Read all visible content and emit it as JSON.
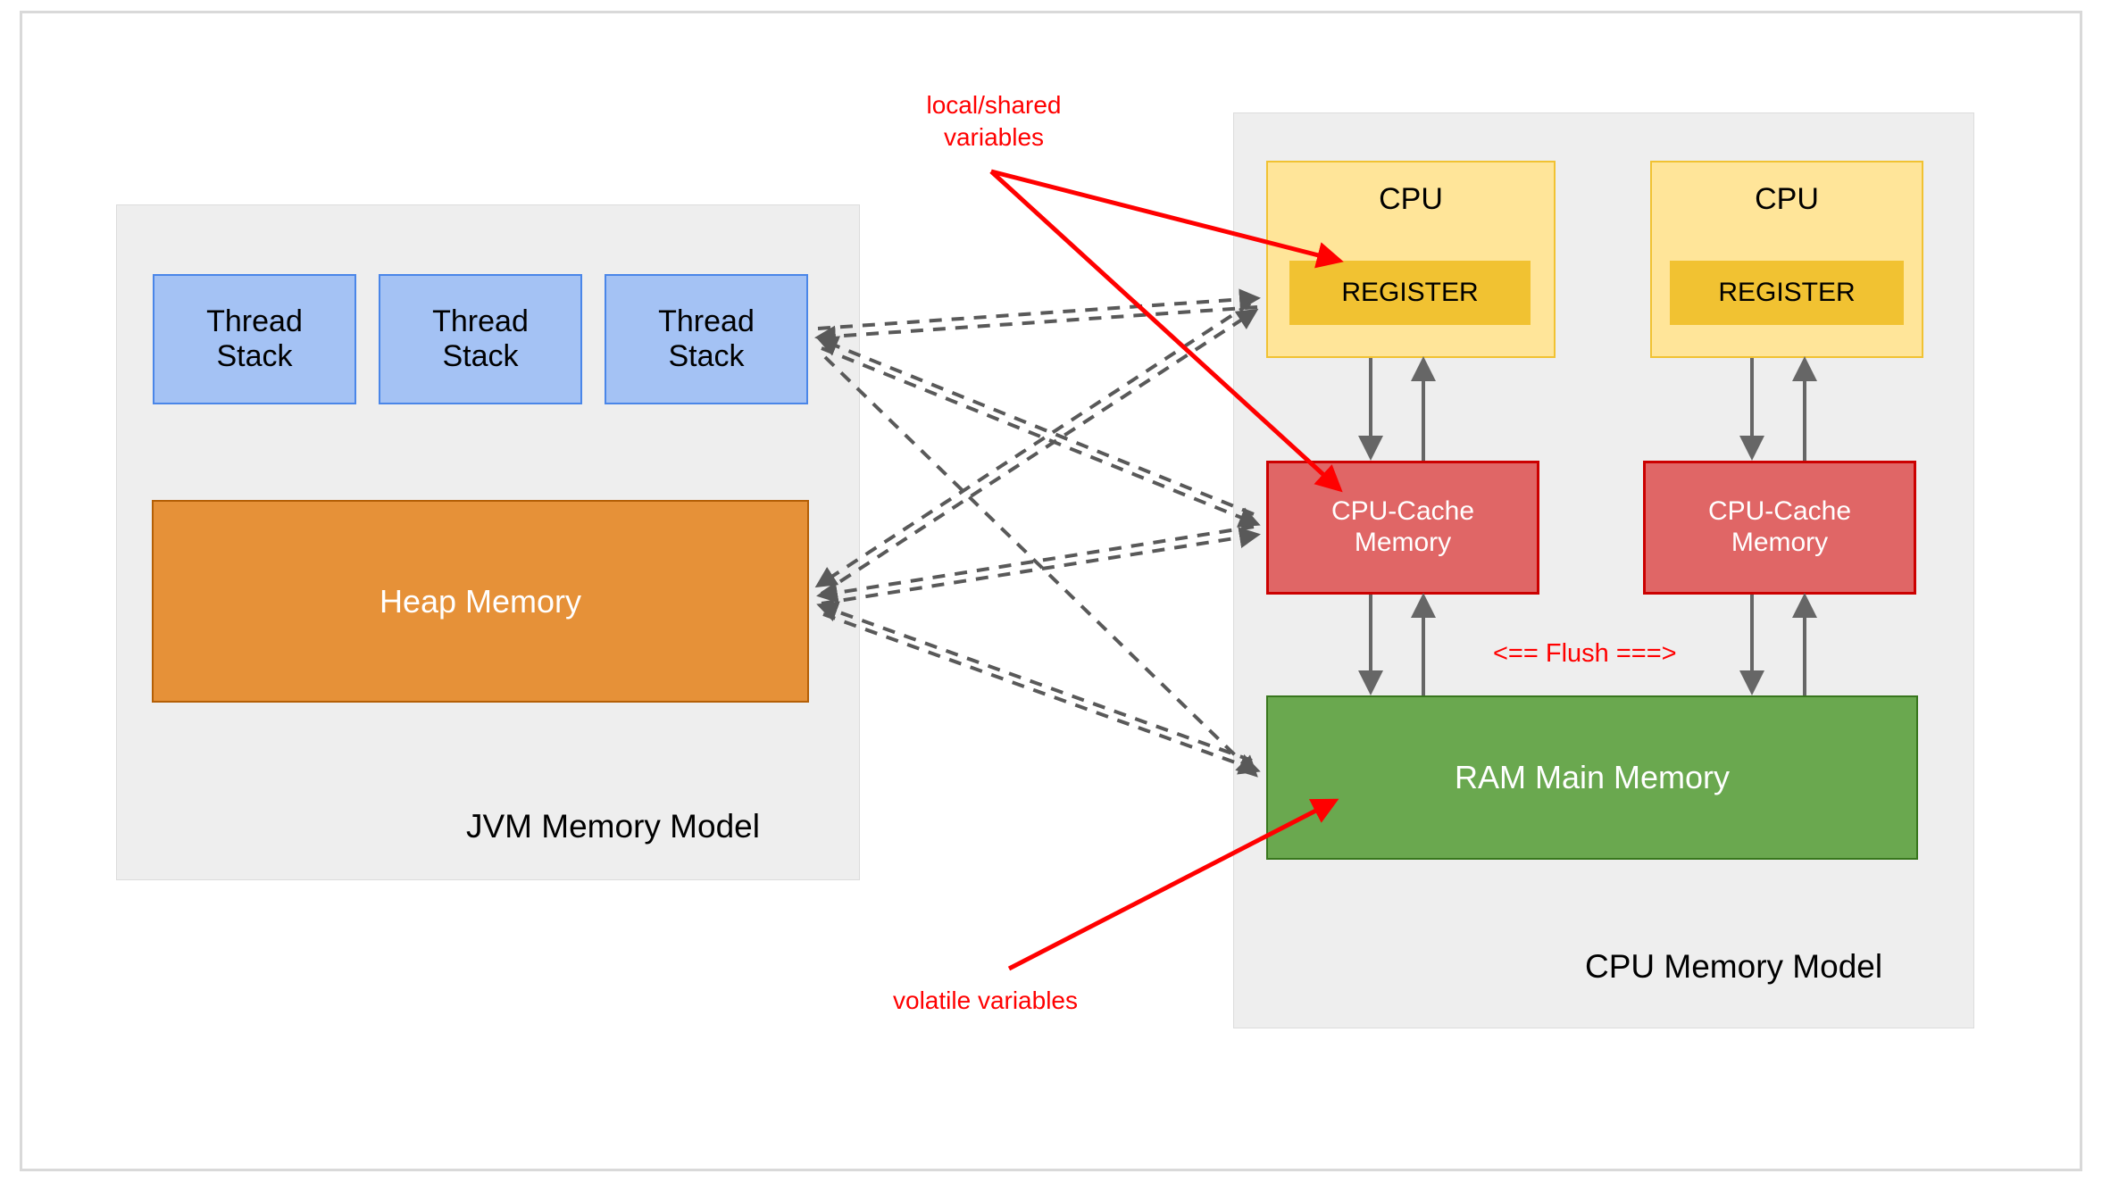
{
  "diagram": {
    "title_left": "JVM Memory Model",
    "title_right": "CPU Memory Model",
    "colors": {
      "panel_bg": "#eeeeee",
      "thread_stack_fill": "#a4c2f4",
      "thread_stack_border": "#4a86e8",
      "heap_fill": "#e69138",
      "heap_border": "#b45f06",
      "cpu_fill": "#ffe599",
      "cpu_border": "#f1c232",
      "register_fill": "#f1c232",
      "cache_fill": "#e06666",
      "cache_border": "#cc0000",
      "ram_fill": "#6aa84f",
      "ram_border": "#38761d",
      "annotation_red": "#ff0000",
      "arrow_gray": "#666666",
      "dashed_arrow_gray": "#595959"
    }
  },
  "jvm_panel": {
    "label": "JVM Memory Model",
    "thread_stacks": [
      {
        "line1": "Thread",
        "line2": "Stack"
      },
      {
        "line1": "Thread",
        "line2": "Stack"
      },
      {
        "line1": "Thread",
        "line2": "Stack"
      }
    ],
    "heap": {
      "label": "Heap Memory"
    }
  },
  "cpu_panel": {
    "label": "CPU Memory Model",
    "cpus": [
      {
        "label": "CPU",
        "register": "REGISTER",
        "cache_line1": "CPU-Cache",
        "cache_line2": "Memory"
      },
      {
        "label": "CPU",
        "register": "REGISTER",
        "cache_line1": "CPU-Cache",
        "cache_line2": "Memory"
      }
    ],
    "ram": {
      "label": "RAM Main Memory"
    },
    "flush_label": "<== Flush ===>"
  },
  "annotations": {
    "local_shared": "local/shared\nvariables",
    "volatile": "volatile variables"
  }
}
